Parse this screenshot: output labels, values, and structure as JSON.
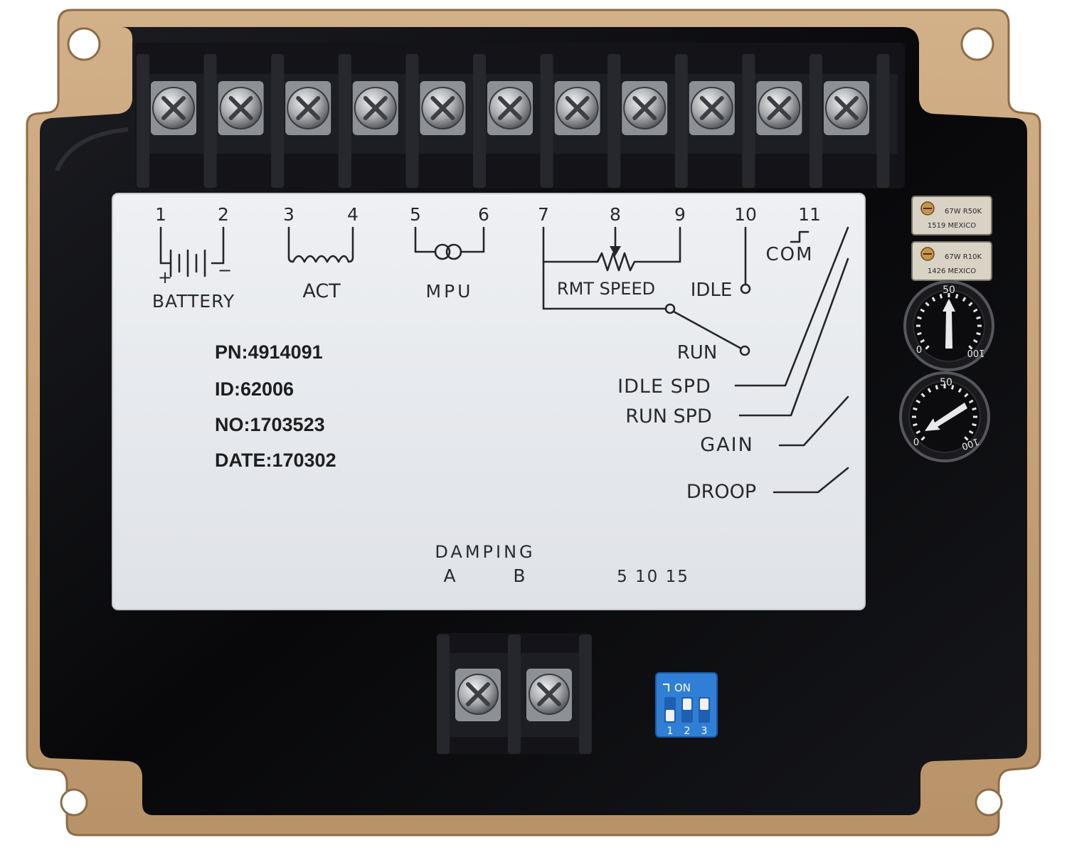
{
  "terminals": {
    "numbers": [
      "1",
      "2",
      "3",
      "4",
      "5",
      "6",
      "7",
      "8",
      "9",
      "10",
      "11"
    ],
    "groups": {
      "battery": "BATTERY",
      "act": "ACT",
      "mpu": "MPU",
      "rmt_speed": "RMT SPEED",
      "idle": "IDLE",
      "com": "COM",
      "battery_plus": "+",
      "battery_minus": "−"
    }
  },
  "switch_labels": {
    "run": "RUN"
  },
  "adjust_labels": {
    "idle_spd": "IDLE SPD",
    "run_spd": "RUN SPD",
    "gain": "GAIN",
    "droop": "DROOP"
  },
  "product_info": {
    "pn": "PN:4914091",
    "id": "ID:62006",
    "no": "NO:1703523",
    "date": "DATE:170302"
  },
  "damping": {
    "title": "DAMPING",
    "a": "A",
    "b": "B",
    "scale": "5 10 15"
  },
  "trimpots": {
    "top_line1": "67W R50K",
    "top_line2": "1519 MEXICO",
    "bottom_line1": "67W R10K",
    "bottom_line2": "1426 MEXICO"
  },
  "dials": {
    "mark_50": "50",
    "mark_0": "0",
    "mark_100": "100"
  },
  "dip_switch": {
    "on_label": "ON",
    "positions": [
      "1",
      "2",
      "3"
    ]
  },
  "colors": {
    "housing": "#c9a67e",
    "case_black": "#0c0c0e",
    "label_panel": "#e4e7ec",
    "dip_blue": "#2f7fd6"
  }
}
